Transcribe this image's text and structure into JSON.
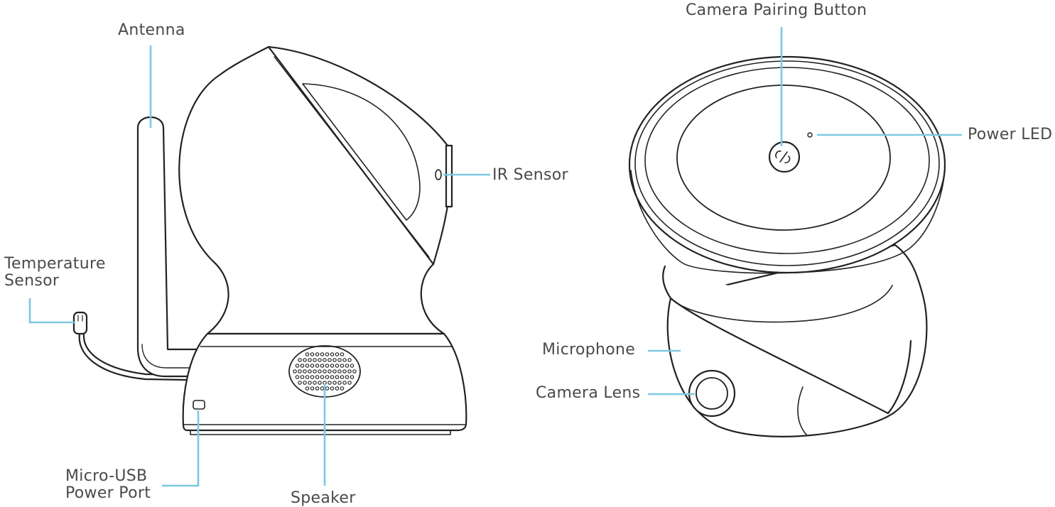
{
  "labels": {
    "antenna": "Antenna",
    "ir_sensor": "IR Sensor",
    "temperature_sensor": [
      "Temperature",
      "Sensor"
    ],
    "micro_usb": [
      "Micro-USB",
      "Power Port"
    ],
    "speaker": "Speaker",
    "camera_pairing_button": "Camera Pairing Button",
    "power_led": "Power LED",
    "microphone": "Microphone",
    "camera_lens": "Camera Lens"
  },
  "colors": {
    "leader_line": "#7ec8e3",
    "outline": "#222222",
    "label_text": "#4a4a4a"
  }
}
